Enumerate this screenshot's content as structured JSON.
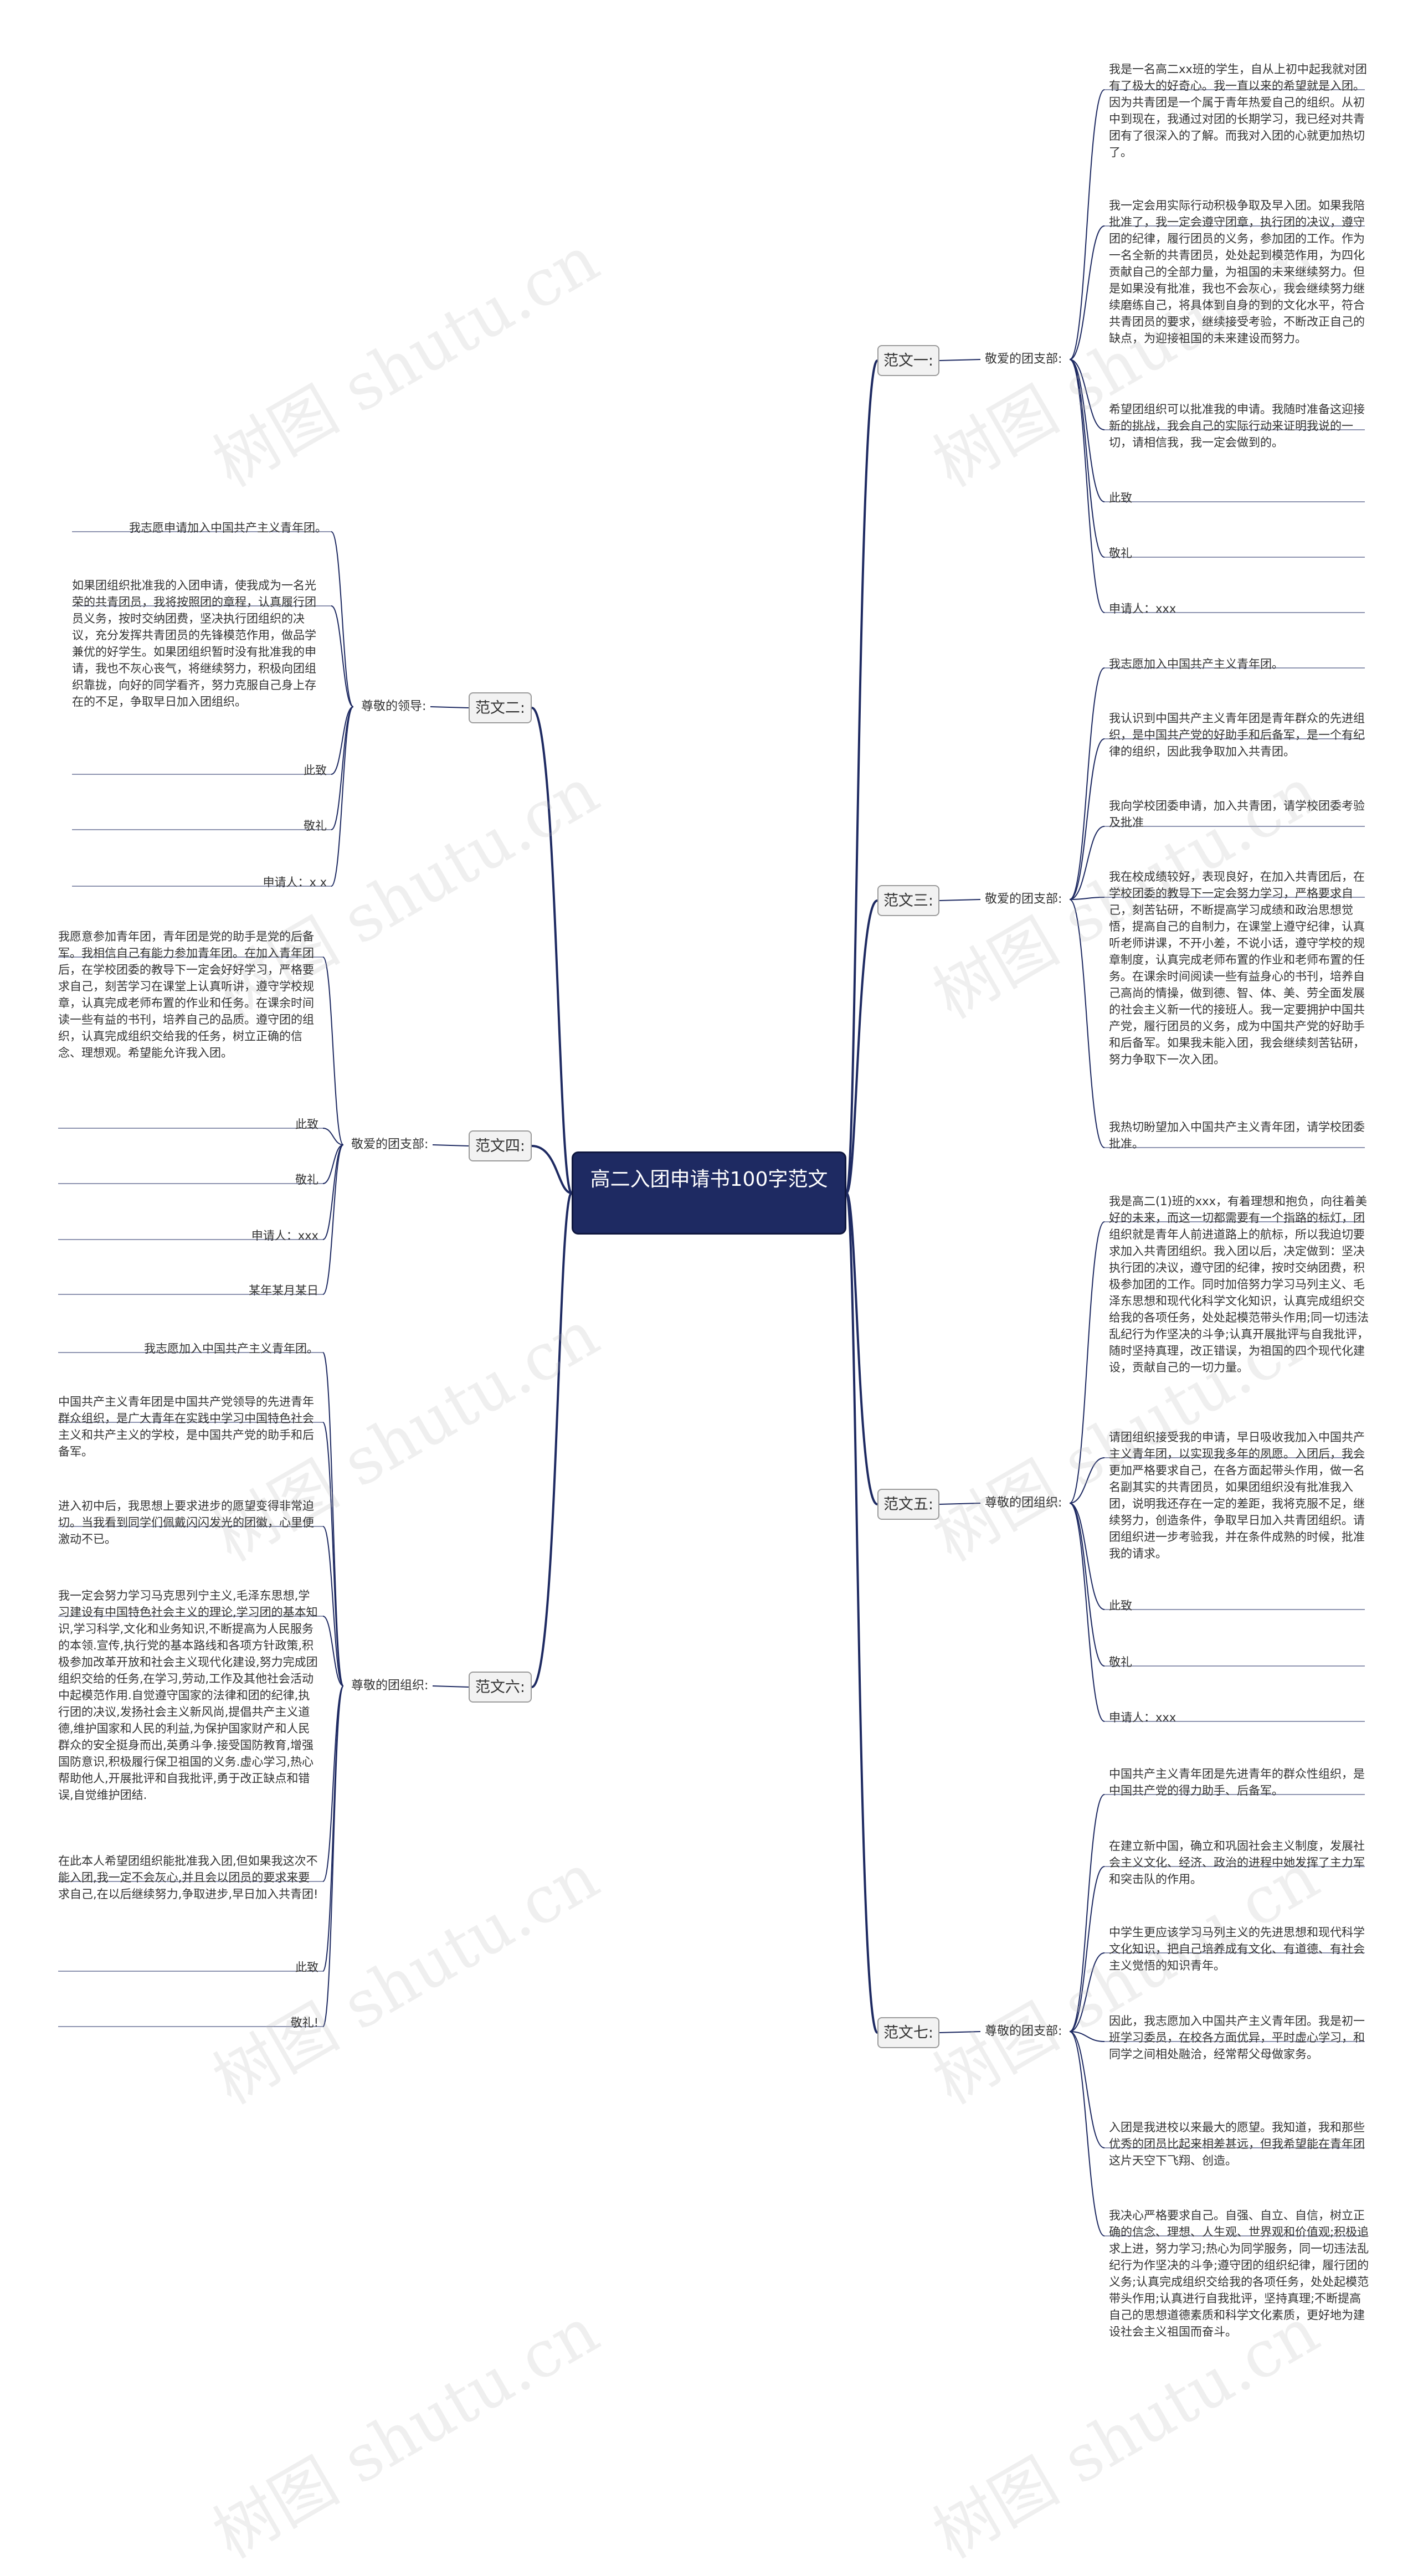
{
  "root": "高二入团申请书100字范文",
  "watermark": "树图 shutu.cn",
  "colors": {
    "root_bg": "#1e2a62",
    "line": "#1e2a62",
    "branch_bg": "#f2f2f2"
  },
  "branches": [
    {
      "label": "范文一:",
      "sub": "敬爱的团支部:",
      "leaves": [
        "我是一名高二xx班的学生，自从上初中起我就对团有了极大的好奇心。我一直以来的希望就是入团。因为共青团是一个属于青年热爱自己的组织。从初中到现在，我通过对团的长期学习，我已经对共青团有了很深入的了解。而我对入团的心就更加热切了。",
        "我一定会用实际行动积极争取及早入团。如果我陪批准了，我一定会遵守团章，执行团的决议，遵守团的纪律，履行团员的义务，参加团的工作。作为一名全新的共青团员，处处起到模范作用，为四化贡献自己的全部力量，为祖国的未来继续努力。但是如果没有批准，我也不会灰心，我会继续努力继续磨练自己，将具体到自身的到的文化水平，符合共青团员的要求，继续接受考验，不断改正自己的缺点，为迎接祖国的未来建设而努力。",
        "希望团组织可以批准我的申请。我随时准备这迎接新的挑战，我会自己的实际行动来证明我说的一切，请相信我，我一定会做到的。",
        "此致",
        "敬礼",
        "申请人：xxx"
      ]
    },
    {
      "label": "范文二:",
      "sub": "尊敬的领导:",
      "leaves": [
        "我志愿申请加入中国共产主义青年团。",
        "如果团组织批准我的入团申请，使我成为一名光荣的共青团员，我将按照团的章程，认真履行团员义务，按时交纳团费，坚决执行团组织的决议，充分发挥共青团员的先锋模范作用，做品学兼优的好学生。如果团组织暂时没有批准我的申请，我也不灰心丧气，将继续努力，积极向团组织靠拢，向好的同学看齐，努力克服自己身上存在的不足，争取早日加入团组织。",
        "此致",
        "敬礼",
        "申请人：x x"
      ]
    },
    {
      "label": "范文三:",
      "sub": "敬爱的团支部:",
      "leaves": [
        "我志愿加入中国共产主义青年团。",
        "我认识到中国共产主义青年团是青年群众的先进组织，是中国共产党的好助手和后备军，是一个有纪律的组织，因此我争取加入共青团。",
        "我向学校团委申请，加入共青团，请学校团委考验及批准",
        "我在校成绩较好，表现良好，在加入共青团后，在学校团委的教导下一定会努力学习，严格要求自己，刻苦钻研，不断提高学习成绩和政治思想觉悟，提高自己的自制力，在课堂上遵守纪律，认真听老师讲课，不开小差，不说小话，遵守学校的规章制度，认真完成老师布置的作业和老师布置的任务。在课余时间阅读一些有益身心的书刊，培养自己高尚的情操，做到德、智、体、美、劳全面发展的社会主义新一代的接班人。我一定要拥护中国共产党，履行团员的义务，成为中国共产党的好助手和后备军。如果我未能入团，我会继续刻苦钻研，努力争取下一次入团。",
        "我热切盼望加入中国共产主义青年团，请学校团委批准。"
      ]
    },
    {
      "label": "范文四:",
      "sub": "敬爱的团支部:",
      "leaves": [
        "我愿意参加青年团，青年团是党的助手是党的后备军。我相信自己有能力参加青年团。在加入青年团后，在学校团委的教导下一定会好好学习，严格要求自己，刻苦学习在课堂上认真听讲，遵守学校规章，认真完成老师布置的作业和任务。在课余时间读一些有益的书刊，培养自己的品质。遵守团的组织，认真完成组织交给我的任务，树立正确的信念、理想观。希望能允许我入团。",
        "此致",
        "敬礼",
        "申请人：xxx",
        "某年某月某日"
      ]
    },
    {
      "label": "范文五:",
      "sub": "尊敬的团组织:",
      "leaves": [
        "我是高二(1)班的xxx，有着理想和抱负，向往着美好的未来，而这一切都需要有一个指路的标灯，团组织就是青年人前进道路上的航标，所以我迫切要求加入共青团组织。我入团以后，决定做到：坚决执行团的决议，遵守团的纪律，按时交纳团费，积极参加团的工作。同时加倍努力学习马列主义、毛泽东思想和现代化科学文化知识，认真完成组织交给我的各项任务，处处起模范带头作用;同一切违法乱纪行为作坚决的斗争;认真开展批评与自我批评，随时坚持真理，改正错误，为祖国的四个现代化建设，贡献自己的一切力量。",
        "请团组织接受我的申请，早日吸收我加入中国共产主义青年团，以实现我多年的夙愿。入团后，我会更加严格要求自己，在各方面起带头作用，做一名名副其实的共青团员，如果团组织没有批准我入团，说明我还存在一定的差距，我将克服不足，继续努力，创造条件，争取早日加入共青团组织。请团组织进一步考验我，并在条件成熟的时候，批准我的请求。",
        "此致",
        "敬礼",
        "申请人：xxx"
      ]
    },
    {
      "label": "范文六:",
      "sub": "尊敬的团组织:",
      "leaves": [
        "我志愿加入中国共产主义青年团。",
        "中国共产主义青年团是中国共产党领导的先进青年群众组织，是广大青年在实践中学习中国特色社会主义和共产主义的学校，是中国共产党的助手和后备军。",
        "进入初中后，我思想上要求进步的愿望变得非常迫切。当我看到同学们佩戴闪闪发光的团徽，心里便激动不已。",
        "我一定会努力学习马克思列宁主义,毛泽东思想,学习建设有中国特色社会主义的理论,学习团的基本知识,学习科学,文化和业务知识,不断提高为人民服务的本领.宣传,执行党的基本路线和各项方针政策,积极参加改革开放和社会主义现代化建设,努力完成团组织交给的任务,在学习,劳动,工作及其他社会活动中起模范作用.自觉遵守国家的法律和团的纪律,执行团的决议,发扬社会主义新风尚,提倡共产主义道德,维护国家和人民的利益,为保护国家财产和人民群众的安全挺身而出,英勇斗争.接受国防教育,增强国防意识,积极履行保卫祖国的义务.虚心学习,热心帮助他人,开展批评和自我批评,勇于改正缺点和错误,自觉维护团结.",
        "在此本人希望团组织能批准我入团,但如果我这次不能入团,我一定不会灰心,并且会以团员的要求来要求自己,在以后继续努力,争取进步,早日加入共青团!",
        "此致",
        "敬礼!"
      ]
    },
    {
      "label": "范文七:",
      "sub": "尊敬的团支部:",
      "leaves": [
        "中国共产主义青年团是先进青年的群众性组织，是中国共产党的得力助手、后备军。",
        "在建立新中国，确立和巩固社会主义制度，发展社会主义文化、经济、政治的进程中她发挥了主力军和突击队的作用。",
        "中学生更应该学习马列主义的先进思想和现代科学文化知识，把自己培养成有文化、有道德、有社会主义觉悟的知识青年。",
        "因此，我志愿加入中国共产主义青年团。我是初一班学习委员，在校各方面优异，平时虚心学习，和同学之间相处融洽，经常帮父母做家务。",
        "入团是我进校以来最大的愿望。我知道，我和那些优秀的团员比起来相差甚远，但我希望能在青年团这片天空下飞翔、创造。",
        "我决心严格要求自己。自强、自立、自信，树立正确的信念、理想、人生观、世界观和价值观;积极追求上进，努力学习;热心为同学服务，同一切违法乱纪行为作坚决的斗争;遵守团的组织纪律，履行团的义务;认真完成组织交给我的各项任务，处处起模范带头作用;认真进行自我批评，坚持真理;不断提高自己的思想道德素质和科学文化素质，更好地为建设社会主义祖国而奋斗。"
      ]
    }
  ]
}
